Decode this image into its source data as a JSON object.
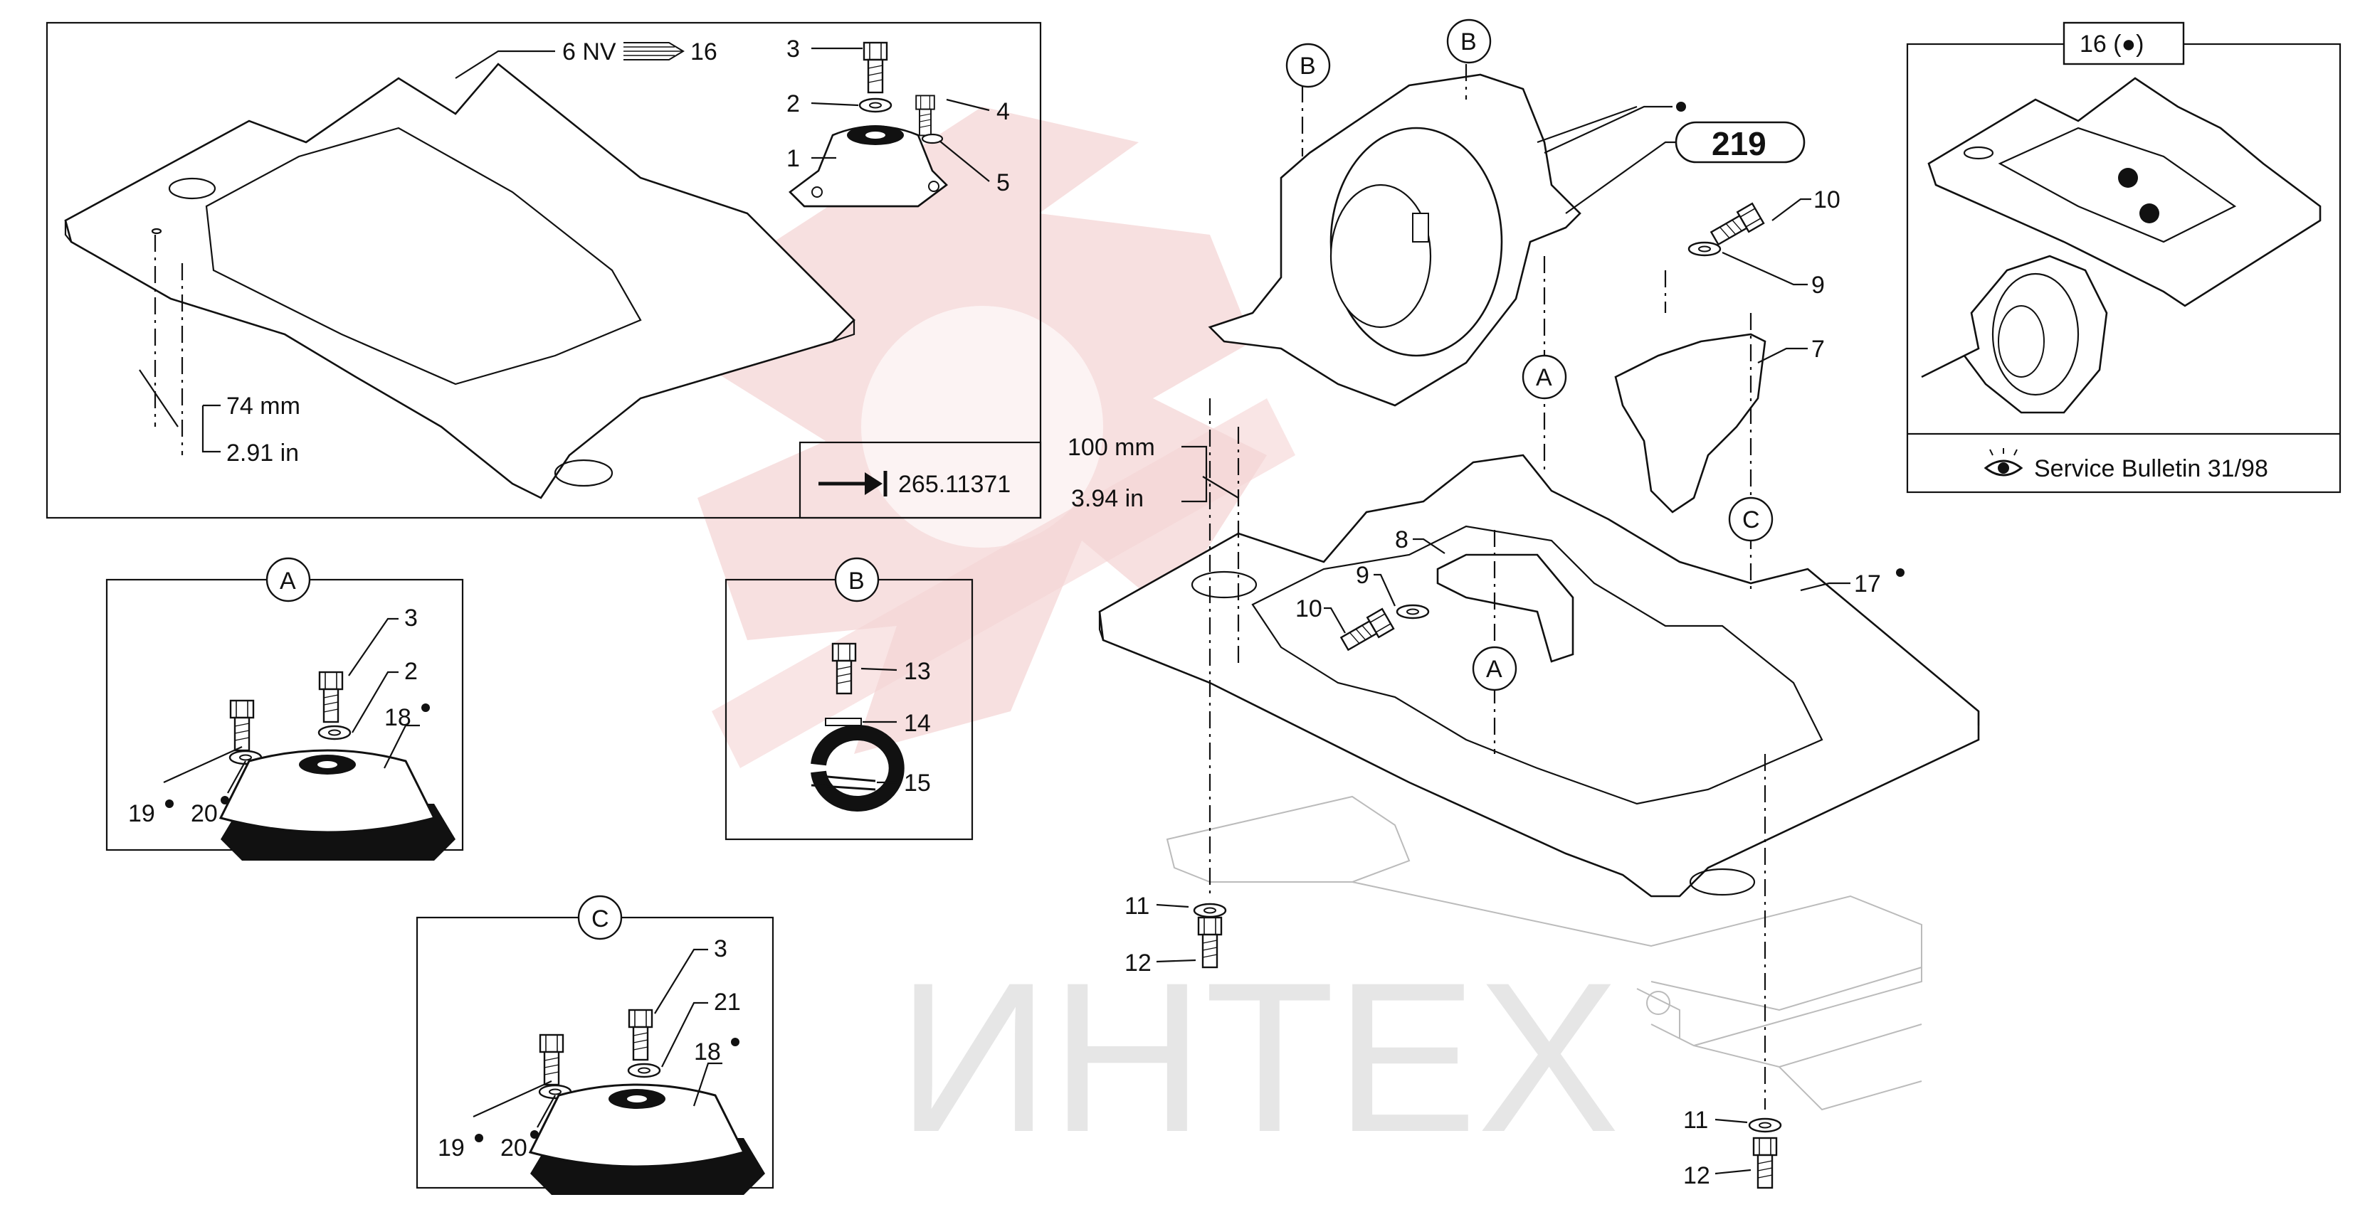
{
  "watermark": {
    "text": "ИНТЕХ",
    "color": "#e8b8b8"
  },
  "colors": {
    "line": "#111111",
    "watermark_gear": "#f3cfcf",
    "background": "#ffffff"
  },
  "inset_top": {
    "callouts": {
      "c3": "3",
      "c2": "2",
      "c4": "4",
      "c1": "1",
      "c5": "5",
      "nv_left": "6 NV",
      "nv_right": "16"
    },
    "dimension": {
      "mm": "74 mm",
      "in": "2.91 in"
    },
    "reference": {
      "code": "265.11371",
      "icon": "arrow-to-bar-icon"
    }
  },
  "main": {
    "balloon_219": "219",
    "labels": {
      "B1": "B",
      "B2": "B",
      "A1": "A",
      "A2": "A",
      "C1": "C"
    },
    "callouts": {
      "c10a": "10",
      "c9a": "9",
      "c7": "7",
      "c8": "8",
      "c9b": "9",
      "c10b": "10",
      "c17": "17",
      "c11a": "11",
      "c12a": "12",
      "c11b": "11",
      "c12b": "12"
    },
    "dimension": {
      "mm": "100 mm",
      "in": "3.94 in"
    }
  },
  "service_inset": {
    "header": "16 (●)",
    "bulletin": "Service Bulletin 31/98",
    "icon": "eye-icon"
  },
  "detail_A": {
    "title": "A",
    "callouts": {
      "c3": "3",
      "c2": "2",
      "c18": "18",
      "c19": "19",
      "c20": "20"
    }
  },
  "detail_B": {
    "title": "B",
    "callouts": {
      "c13": "13",
      "c14": "14",
      "c15": "15"
    }
  },
  "detail_C": {
    "title": "C",
    "callouts": {
      "c3": "3",
      "c21": "21",
      "c18": "18",
      "c19": "19",
      "c20": "20"
    }
  }
}
